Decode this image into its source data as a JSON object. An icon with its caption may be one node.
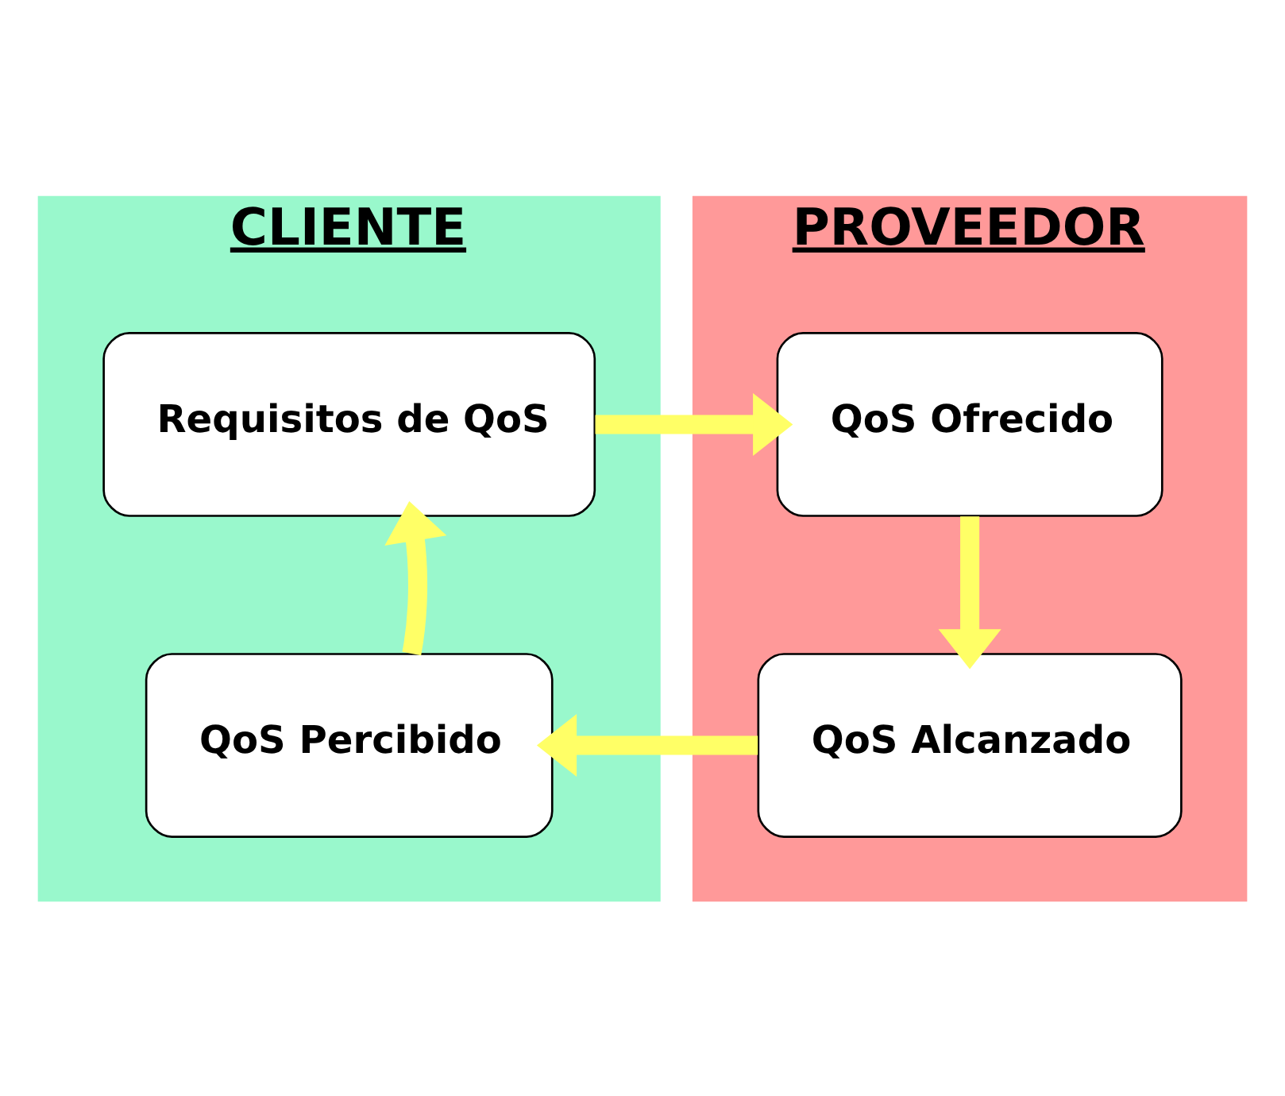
{
  "diagram": {
    "nodes": [
      {
        "text": [
          "CLIENTE"
        ]
      },
      {
        "text": [
          "PROVEEDOR"
        ]
      },
      {
        "text": [
          "Requisitos de QoS"
        ],
        "in": 0
      },
      {
        "text": [
          "QoS Ofrecido"
        ],
        "in": 1
      },
      {
        "text": [
          "QoS Alcanzado"
        ],
        "in": 1
      },
      {
        "text": [
          "QoS Percibido"
        ],
        "in": 0
      }
    ],
    "edges": [
      {
        "from": 2,
        "to": 3,
        "arrow": "to"
      },
      {
        "from": 3,
        "to": 4,
        "arrow": "to"
      },
      {
        "from": 4,
        "to": 5,
        "arrow": "to"
      },
      {
        "from": 5,
        "to": 2,
        "arrow": "to"
      }
    ]
  }
}
